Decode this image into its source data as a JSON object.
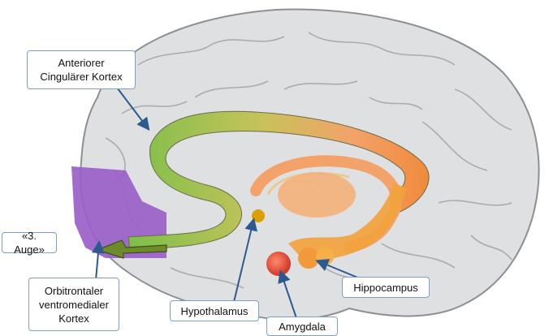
{
  "labels": {
    "anterior_cingulate": [
      "Anteriorer",
      "Cingulärer Kortex"
    ],
    "third_eye": "«3. Auge»",
    "orbitofrontal": [
      "Orbitrontaler",
      "ventromedialer",
      "Kortex"
    ],
    "hypothalamus": "Hypothalamus",
    "amygdala": "Amygdala",
    "hippocampus": "Hippocampus"
  },
  "colors": {
    "brain": "#dfe0e2",
    "brain_outline": "#8d8f93",
    "label_border": "#7f9fc4",
    "arrow": "#2c5a8e",
    "orbitofrontal_region": "#9a5fc9",
    "cingulate_front": "#6fbf3a",
    "cingulate_back": "#f08a3a",
    "amygdala": "#e23a2a",
    "hippocampus": "#f2a23a",
    "hypothalamus": "#d9a000"
  }
}
